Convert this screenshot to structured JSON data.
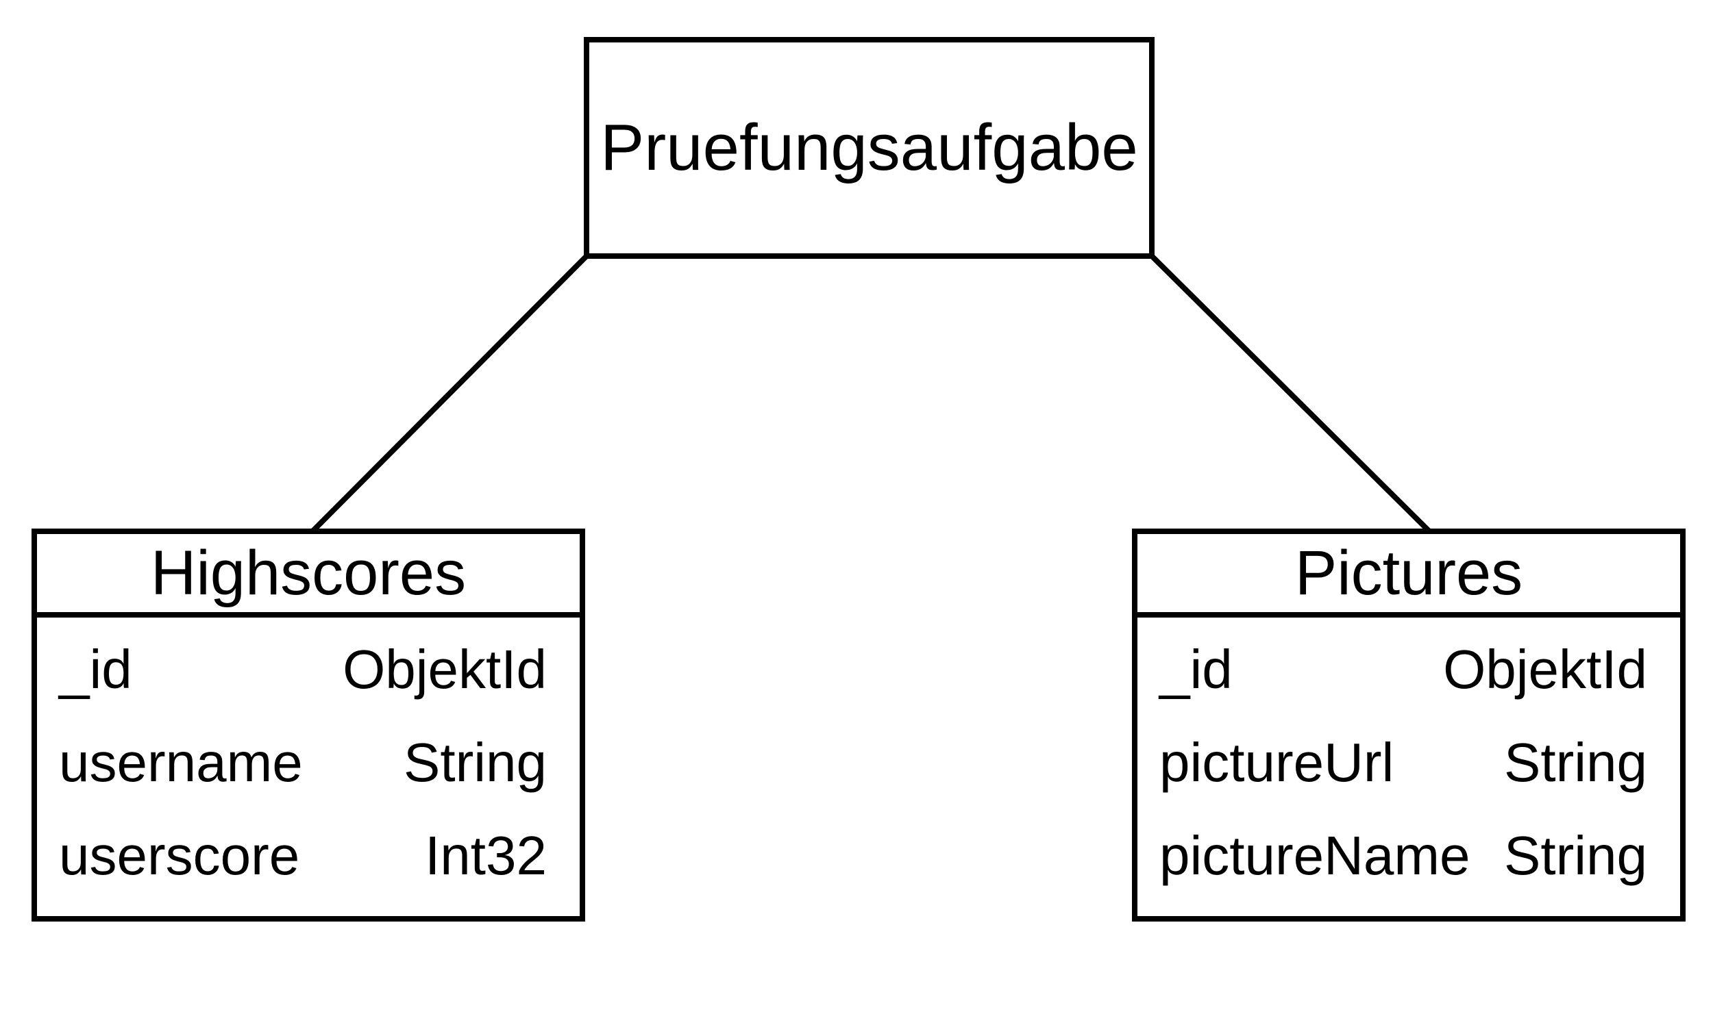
{
  "root": {
    "title": "Pruefungsaufgabe"
  },
  "entities": [
    {
      "name": "Highscores",
      "fields": [
        {
          "name": "_id",
          "type": "ObjektId"
        },
        {
          "name": "username",
          "type": "String"
        },
        {
          "name": "userscore",
          "type": "Int32"
        }
      ]
    },
    {
      "name": "Pictures",
      "fields": [
        {
          "name": "_id",
          "type": "ObjektId"
        },
        {
          "name": "pictureUrl",
          "type": "String"
        },
        {
          "name": "pictureName",
          "type": "String"
        }
      ]
    }
  ],
  "colors": {
    "stroke": "#000000",
    "background": "#ffffff"
  }
}
